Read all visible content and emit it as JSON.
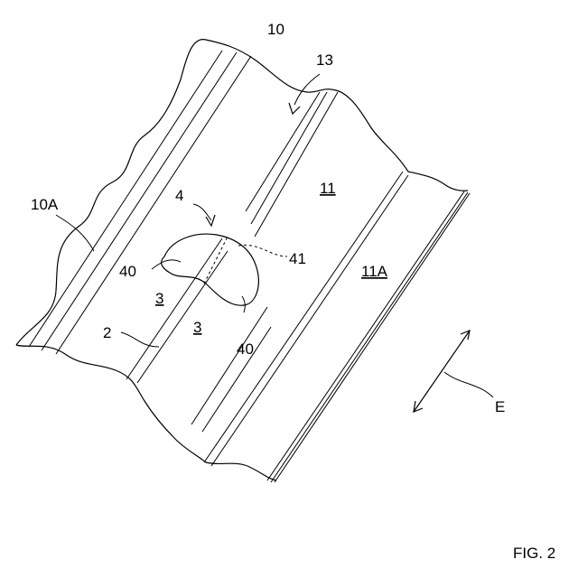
{
  "figure": {
    "caption": "FIG. 2",
    "labels": {
      "l10": "10",
      "l13": "13",
      "l11": "11",
      "l10A": "10A",
      "l4": "4",
      "l41": "41",
      "l40a": "40",
      "l40b": "40",
      "l3a": "3",
      "l3b": "3",
      "l11A": "11A",
      "l2": "2",
      "lE": "E"
    }
  }
}
